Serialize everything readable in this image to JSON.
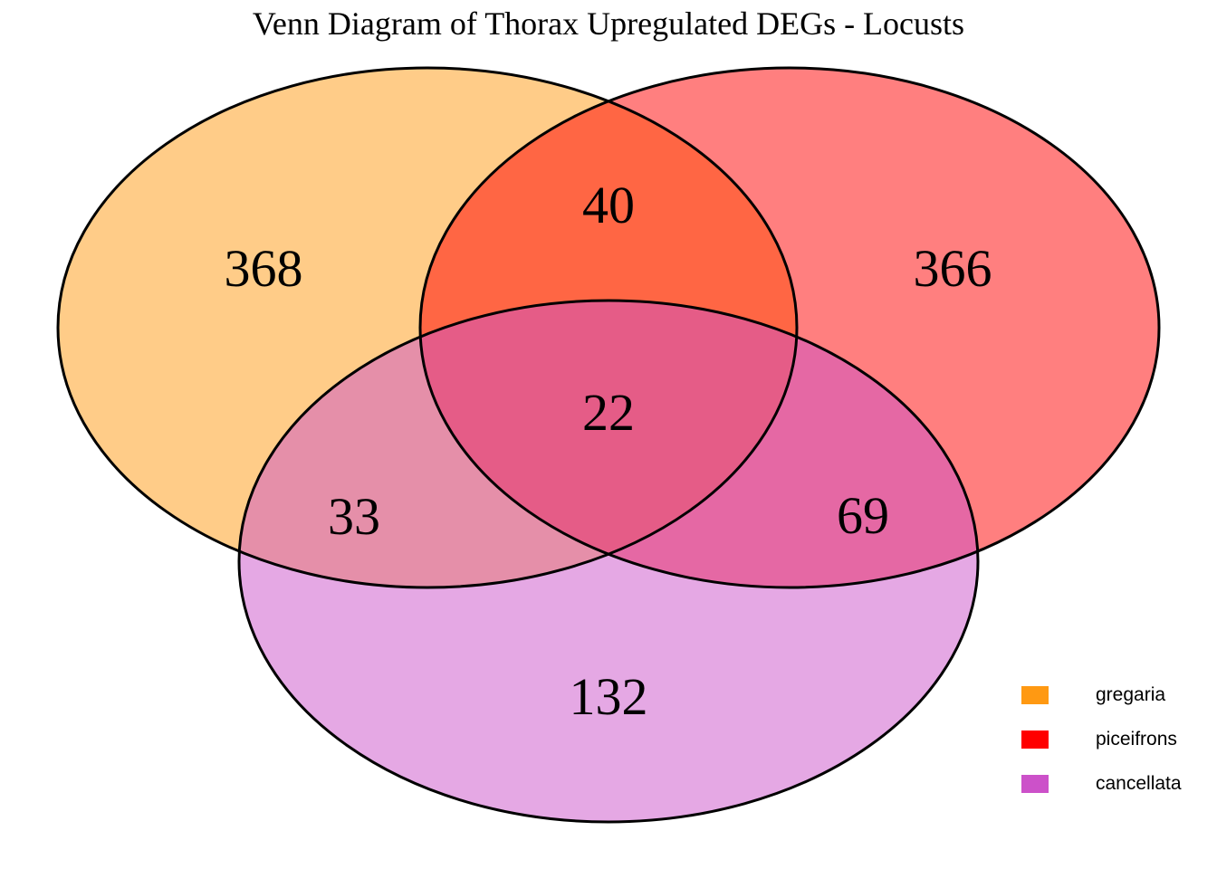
{
  "chart_data": {
    "type": "venn",
    "title": "Venn Diagram of Thorax Upregulated DEGs - Locusts",
    "sets": [
      "gregaria",
      "piceifrons",
      "cancellata"
    ],
    "set_colors": [
      "#FF9912",
      "#FF0000",
      "#CC51C9"
    ],
    "fill_opacity": 0.5,
    "outline_color": "#000000",
    "background_color": "#FFFFFF",
    "regions": [
      {
        "sets": [
          "gregaria"
        ],
        "value": 368
      },
      {
        "sets": [
          "piceifrons"
        ],
        "value": 366
      },
      {
        "sets": [
          "cancellata"
        ],
        "value": 132
      },
      {
        "sets": [
          "gregaria",
          "piceifrons"
        ],
        "value": 40
      },
      {
        "sets": [
          "gregaria",
          "cancellata"
        ],
        "value": 33
      },
      {
        "sets": [
          "piceifrons",
          "cancellata"
        ],
        "value": 69
      },
      {
        "sets": [
          "gregaria",
          "piceifrons",
          "cancellata"
        ],
        "value": 22
      }
    ],
    "legend_position": "lower right"
  },
  "legend": {
    "items": [
      {
        "label": "gregaria",
        "color": "#FF9912"
      },
      {
        "label": "piceifrons",
        "color": "#FF0000"
      },
      {
        "label": "cancellata",
        "color": "#CC51C9"
      }
    ]
  }
}
